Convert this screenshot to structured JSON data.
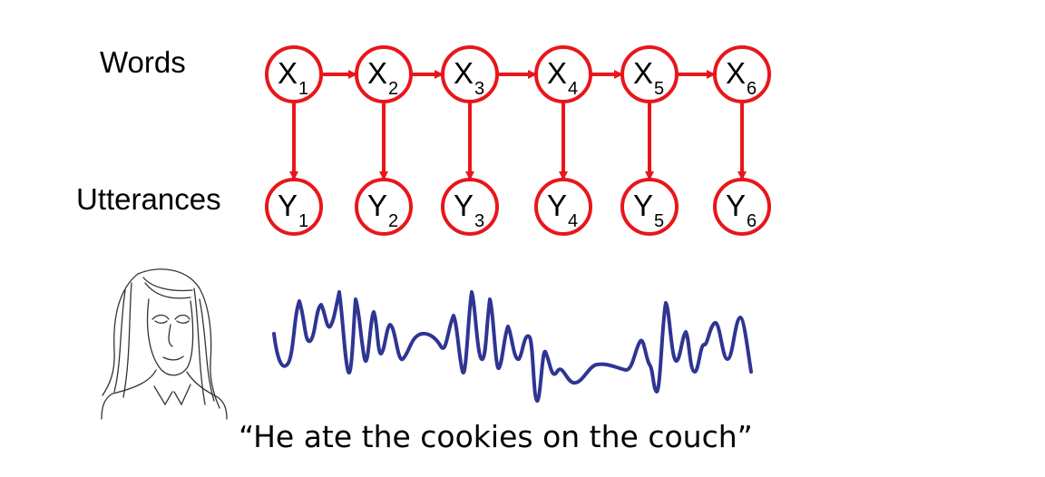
{
  "labels": {
    "words": "Words",
    "utterances": "Utterances"
  },
  "words_row": {
    "letter": "X",
    "nodes": [
      "1",
      "2",
      "3",
      "4",
      "5",
      "6"
    ]
  },
  "utterances_row": {
    "letter": "Y",
    "nodes": [
      "1",
      "2",
      "3",
      "4",
      "5",
      "6"
    ]
  },
  "caption": "“He ate the cookies on the couch”",
  "icons": {
    "speaker": "woman-face-sketch-icon",
    "waveform": "speech-waveform"
  },
  "colors": {
    "node_stroke": "#e8161b",
    "edge": "#e8161b",
    "waveform": "#2e3592",
    "text": "#000000"
  }
}
